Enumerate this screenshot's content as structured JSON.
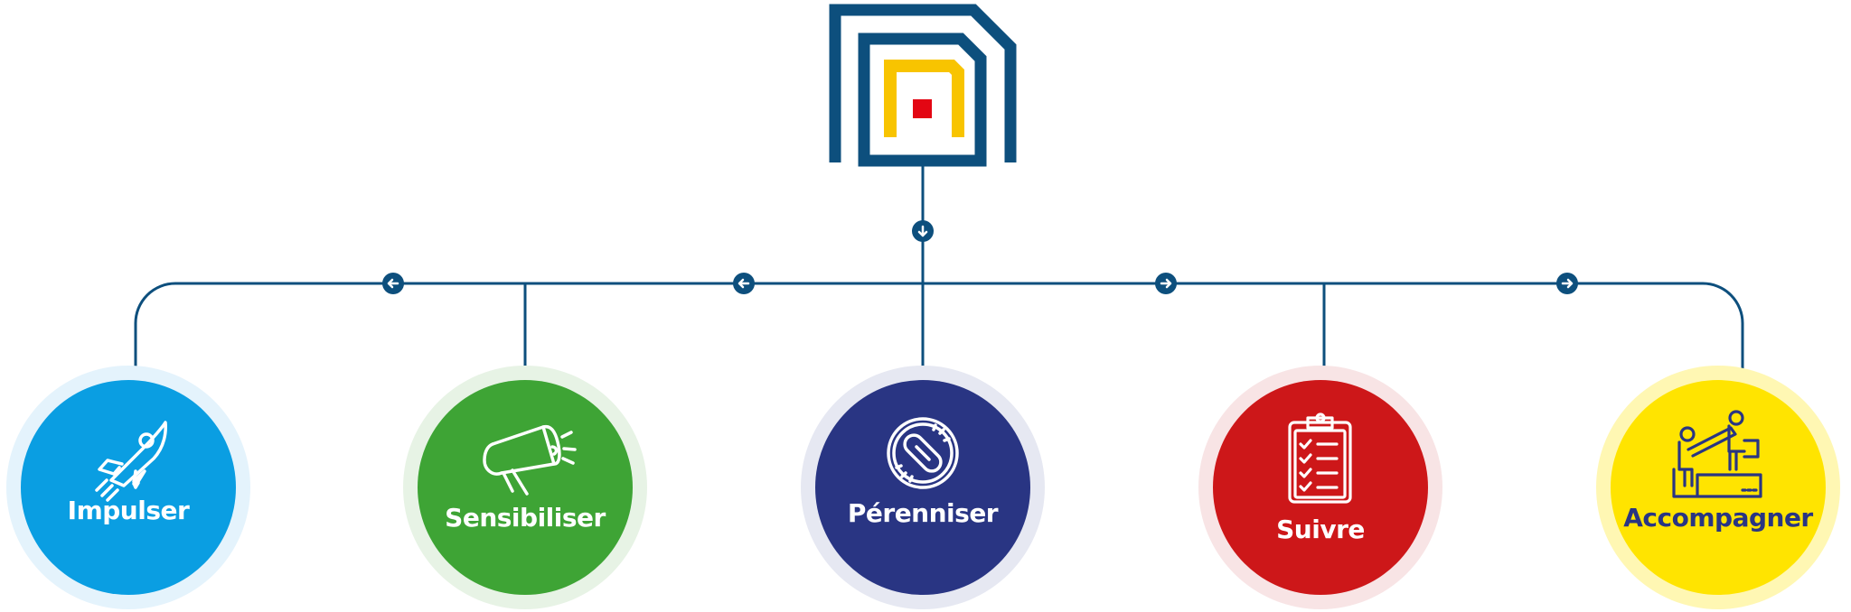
{
  "colors": {
    "line": "#0d4f7d",
    "logo_blue": "#0d4f7d",
    "logo_yellow": "#f8c400",
    "logo_red": "#e30613",
    "white": "#ffffff"
  },
  "logo": {
    "icon": "organization-logo"
  },
  "nodes": [
    {
      "label": "Impulser",
      "icon": "rocket-icon",
      "fill": "#0a9ee2",
      "halo": "#e4f3fc",
      "text_color": "#ffffff",
      "arrow": "left"
    },
    {
      "label": "Sensibiliser",
      "icon": "megaphone-icon",
      "fill": "#3ea435",
      "halo": "#e7f3e5",
      "text_color": "#ffffff",
      "arrow": "left"
    },
    {
      "label": "Pérenniser",
      "icon": "chain-link-icon",
      "fill": "#293583",
      "halo": "#e6e8f2",
      "text_color": "#ffffff",
      "arrow": "down"
    },
    {
      "label": "Suivre",
      "icon": "clipboard-check-icon",
      "fill": "#cd1719",
      "halo": "#f8e4e5",
      "text_color": "#ffffff",
      "arrow": "right"
    },
    {
      "label": "Accompagner",
      "icon": "helping-hand-icon",
      "fill": "#ffe400",
      "halo": "#fff7b3",
      "text_color": "#293583",
      "arrow": "right"
    }
  ]
}
